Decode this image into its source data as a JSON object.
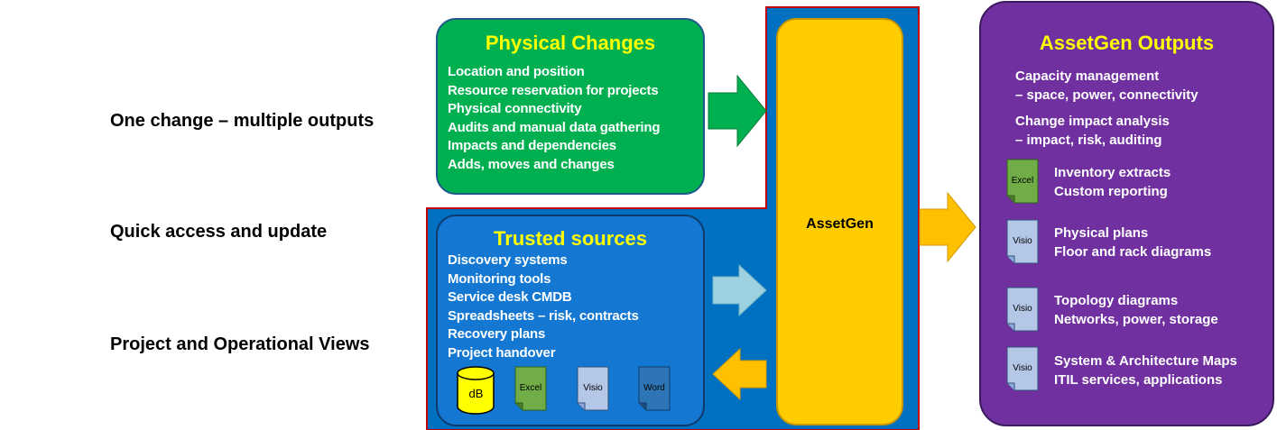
{
  "left_labels": {
    "one_change": "One change – multiple outputs",
    "quick_access": "Quick access and update",
    "project_views": "Project and Operational Views"
  },
  "physical_changes": {
    "title": "Physical Changes",
    "items": [
      "Location and position",
      "Resource reservation for projects",
      "Physical connectivity",
      "Audits and manual data gathering",
      "Impacts and dependencies",
      "Adds, moves and changes"
    ]
  },
  "trusted_sources": {
    "title": "Trusted sources",
    "items": [
      "Discovery systems",
      "Monitoring tools",
      "Service desk CMDB",
      "Spreadsheets – risk, contracts",
      "Recovery plans",
      "Project handover"
    ],
    "icons": {
      "db": "dB",
      "excel": "Excel",
      "visio": "Visio",
      "word": "Word"
    }
  },
  "assetgen": {
    "label": "AssetGen"
  },
  "outputs": {
    "title": "AssetGen Outputs",
    "capacity": [
      "Capacity management",
      "– space, power, connectivity"
    ],
    "change": [
      "Change impact analysis",
      "– impact, risk, auditing"
    ],
    "rows": [
      {
        "icon": "Excel",
        "lines": [
          "Inventory extracts",
          "Custom reporting"
        ]
      },
      {
        "icon": "Visio",
        "lines": [
          "Physical plans",
          "Floor and rack diagrams"
        ]
      },
      {
        "icon": "Visio",
        "lines": [
          "Topology diagrams",
          "Networks, power, storage"
        ]
      },
      {
        "icon": "Visio",
        "lines": [
          "System & Architecture Maps",
          "ITIL services, applications"
        ]
      }
    ]
  },
  "colors": {
    "physical_green": "#00b050",
    "trusted_blue": "#1478d2",
    "background_blue": "#0070c0",
    "assetgen_yellow": "#ffcc00",
    "outputs_purple": "#7030a0",
    "title_yellow": "#ffff00",
    "excel_green": "#70ad47",
    "visio_blue": "#b4c7e7",
    "word_blue": "#2e75b6",
    "arrow_green": "#00b050",
    "arrow_lightblue": "#9dd1e0",
    "arrow_orange": "#ffc000"
  }
}
